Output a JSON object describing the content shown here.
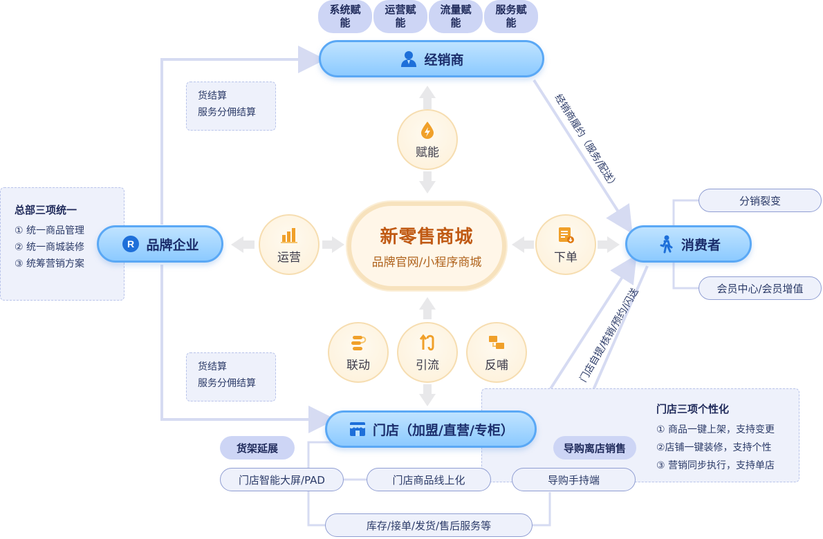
{
  "capabilities": [
    "系统赋能",
    "运营赋能",
    "流量赋能",
    "服务赋能"
  ],
  "roles": {
    "dealer": "经销商",
    "consumer": "消费者",
    "brand": "品牌企业",
    "store": "门店（加盟/直营/专柜）"
  },
  "center": {
    "title": "新零售商城",
    "subtitle": "品牌官网/小程序商城"
  },
  "circles": {
    "empower": "赋能",
    "operate": "运营",
    "order": "下单",
    "linkage": "联动",
    "traffic": "引流",
    "feedback": "反哺"
  },
  "settlement_top": [
    "货结算",
    "服务分佣结算"
  ],
  "settlement_bottom": [
    "货结算",
    "服务分佣结算"
  ],
  "hq": {
    "title": "总部三项统一",
    "items": [
      "① 统一商品管理",
      "② 统一商城装修",
      "③ 统筹营销方案"
    ]
  },
  "consumer_links": [
    "分销裂变",
    "会员中心/会员增值"
  ],
  "edge_labels": {
    "dealer_to_consumer": "经销商履约（服务/配送）",
    "store_to_consumer": "门店自提/核销/预约/闪送"
  },
  "store_personal": {
    "title": "门店三项个性化",
    "items": [
      "① 商品一键上架，支持变更",
      "②店铺一键装修，支持个性",
      "③ 营销同步执行，支持单店"
    ]
  },
  "bottom": {
    "shelf_extension": "货架延展",
    "guide_sales": "导购离店销售",
    "smart_screen": "门店智能大屏/PAD",
    "online_goods": "门店商品线上化",
    "guide_terminal": "导购手持端",
    "services": "库存/接单/发货/售后服务等"
  }
}
